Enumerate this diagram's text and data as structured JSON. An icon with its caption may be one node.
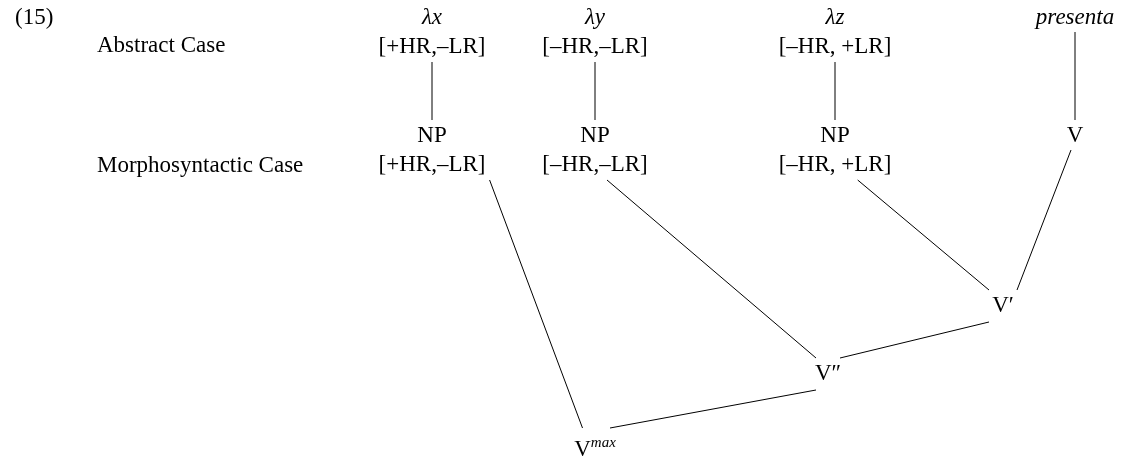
{
  "diagram": {
    "nodes": [
      {
        "text": [
          "λx",
          "[+HR,–LR]"
        ]
      },
      {
        "text": [
          "λy",
          "[–HR,–LR]"
        ]
      },
      {
        "text": [
          "λz",
          "[–HR, +LR]"
        ]
      },
      {
        "text": [
          "presenta"
        ]
      },
      {
        "text": [
          "NP",
          "[+HR,–LR]"
        ]
      },
      {
        "text": [
          "NP",
          "[–HR,–LR]"
        ]
      },
      {
        "text": [
          "NP",
          "[–HR, +LR]"
        ]
      },
      {
        "text": [
          "V"
        ]
      },
      {
        "text": [
          "V′"
        ]
      },
      {
        "text": [
          "V″"
        ]
      },
      {
        "text": [
          "V$^{max}$"
        ]
      }
    ],
    "edges": [
      {
        "from": 0,
        "to": 4,
        "arrow": "none"
      },
      {
        "from": 1,
        "to": 5,
        "arrow": "none"
      },
      {
        "from": 2,
        "to": 6,
        "arrow": "none"
      },
      {
        "from": 3,
        "to": 7,
        "arrow": "none"
      },
      {
        "from": 6,
        "to": 8,
        "arrow": "none"
      },
      {
        "from": 7,
        "to": 8,
        "arrow": "none"
      },
      {
        "from": 5,
        "to": 9,
        "arrow": "none"
      },
      {
        "from": 8,
        "to": 9,
        "arrow": "none"
      },
      {
        "from": 4,
        "to": 10,
        "arrow": "none"
      },
      {
        "from": 9,
        "to": 10,
        "arrow": "none"
      }
    ],
    "labels": [
      "(15)",
      "Abstract Case",
      "Morphosyntactic Case"
    ]
  }
}
